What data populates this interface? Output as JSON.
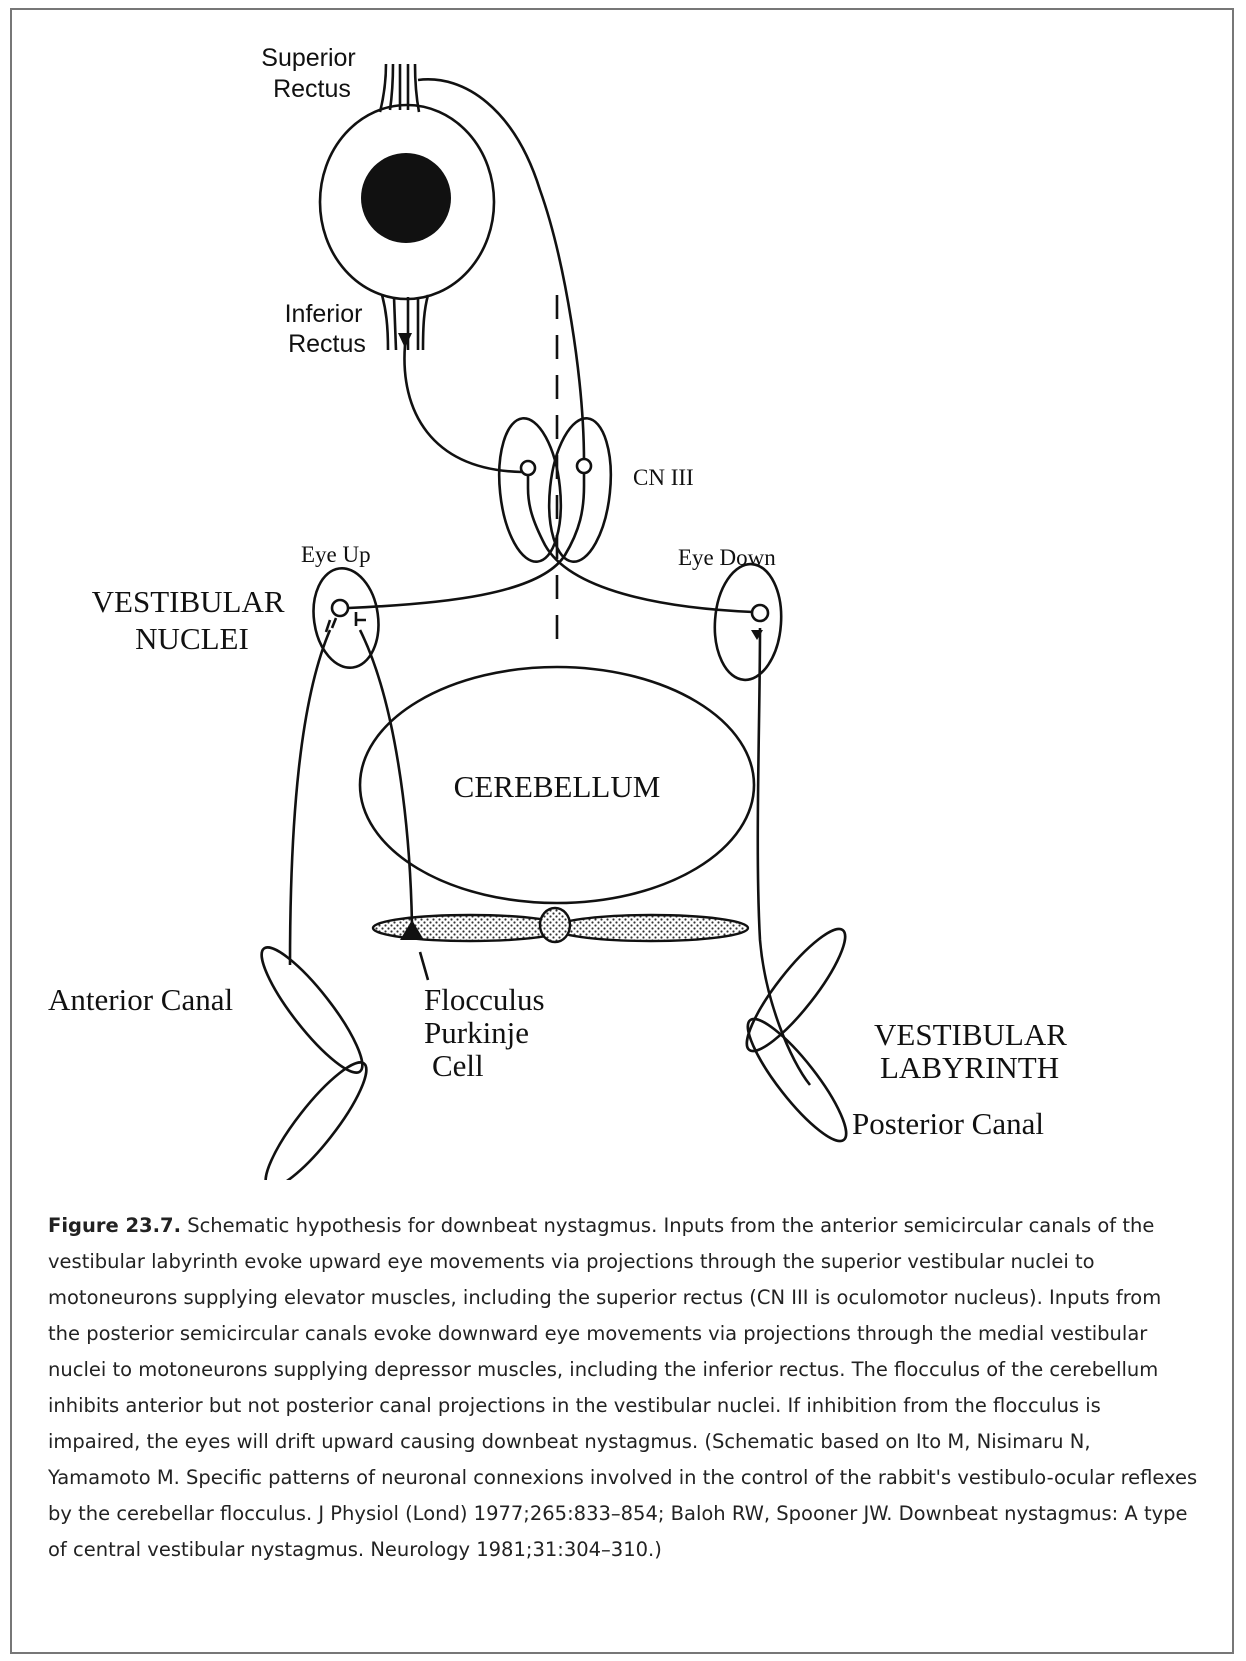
{
  "diagram": {
    "labels": {
      "superior_rectus": [
        "Superior",
        "Rectus"
      ],
      "inferior_rectus": [
        "Inferior",
        "Rectus"
      ],
      "cn3": "CN III",
      "eye_up": "Eye Up",
      "eye_down": "Eye Down",
      "vestibular_nuclei": [
        "VESTIBULAR",
        "NUCLEI"
      ],
      "cerebellum": "CEREBELLUM",
      "anterior_canal": "Anterior Canal",
      "flocculus_purkinje": [
        "Flocculus",
        "Purkinje",
        "Cell"
      ],
      "vestibular_labyrinth": [
        "VESTIBULAR",
        "LABYRINTH"
      ],
      "posterior_canal": "Posterior Canal"
    }
  },
  "caption": {
    "figure_label": "Figure 23.7.",
    "text": "Schematic hypothesis for downbeat nystagmus. Inputs from the anterior semicircular canals of the vestibular labyrinth evoke upward eye movements via projections through the superior vestibular nuclei to motoneurons supplying elevator muscles, including the superior rectus (CN III is oculomotor nucleus). Inputs from the posterior semicircular canals evoke downward eye movements via projections through the medial vestibular nuclei to motoneurons supplying depressor muscles, including the inferior rectus. The flocculus of the cerebellum inhibits anterior but not posterior canal projections in the vestibular nuclei. If inhibition from the flocculus is impaired, the eyes will drift upward causing downbeat nystagmus. (Schematic based on Ito M, Nisimaru N, Yamamoto M. Specific patterns of neuronal connexions involved in the control of the rabbit's vestibulo-ocular reflexes by the cerebellar flocculus. J Physiol (Lond) 1977;265:833–854; Baloh RW, Spooner JW. Downbeat nystagmus: A type of central vestibular nystagmus. Neurology 1981;31:304–310.)"
  }
}
